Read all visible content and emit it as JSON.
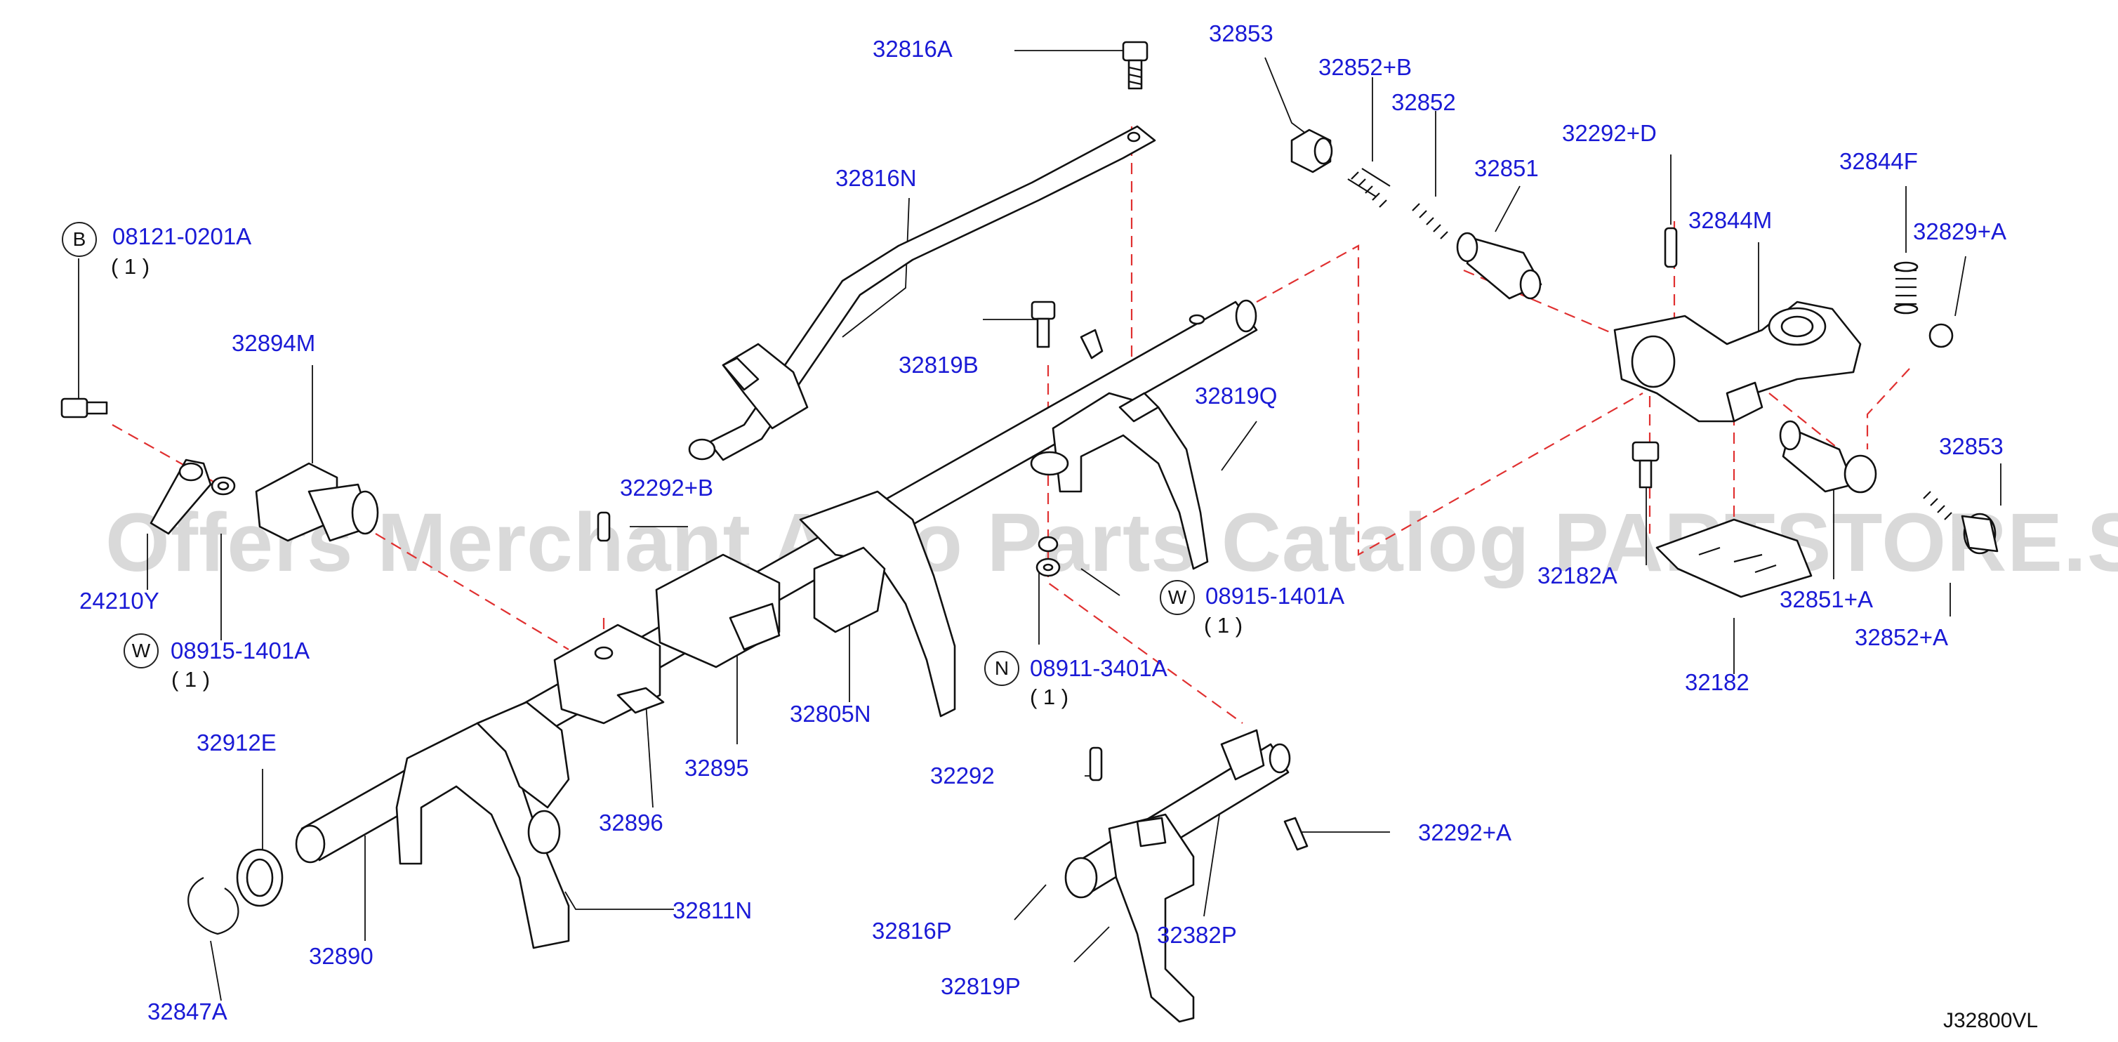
{
  "watermark": "Offers Merchant Auto Parts Catalog PARTSTORE.SA",
  "diagram_code": "J32800VL",
  "parts": {
    "p32816A": "32816A",
    "p32853a": "32853",
    "p32852B": "32852+B",
    "p32852": "32852",
    "p32292D": "32292+D",
    "p32851": "32851",
    "p32844F": "32844F",
    "p32844M": "32844M",
    "p32829A": "32829+A",
    "p32816N": "32816N",
    "p08121": "08121-0201A",
    "p32894M": "32894M",
    "p32819B": "32819B",
    "p32819Q": "32819Q",
    "p32292B": "32292+B",
    "p32853b": "32853",
    "p32182A": "32182A",
    "p32851A": "32851+A",
    "p24210Y": "24210Y",
    "p08915a": "08915-1401A",
    "p08915b": "08915-1401A",
    "p32852A": "32852+A",
    "p32182": "32182",
    "p08911": "08911-3401A",
    "p32912E": "32912E",
    "p32805N": "32805N",
    "p32895": "32895",
    "p32896": "32896",
    "p32292": "32292",
    "p32292A": "32292+A",
    "p32811N": "32811N",
    "p32890": "32890",
    "p32816P": "32816P",
    "p32382P": "32382P",
    "p32819P": "32819P",
    "p32847A": "32847A"
  },
  "qty": {
    "q08121": "( 1 )",
    "q08915a": "( 1 )",
    "q08915b": "( 1 )",
    "q08911": "( 1 )"
  },
  "markers": {
    "m08121": "B",
    "m08915a": "W",
    "m08915b": "W",
    "m08911": "N"
  }
}
